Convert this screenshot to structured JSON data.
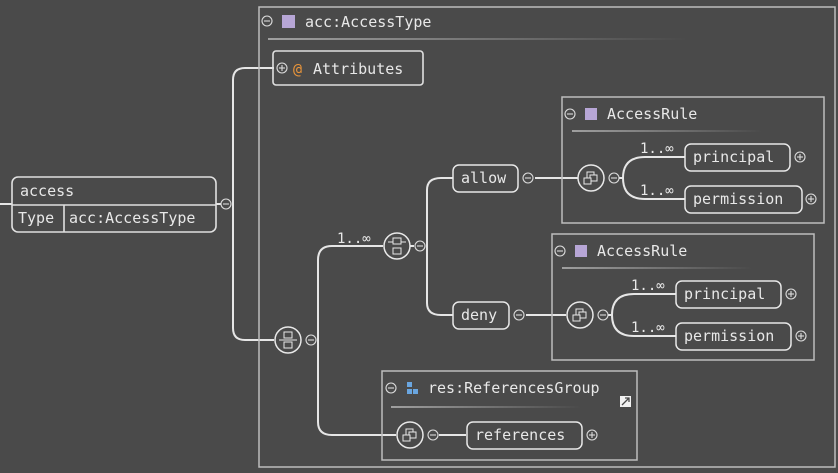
{
  "root": {
    "name": "access",
    "type_label": "Type",
    "type_value": "acc:AccessType"
  },
  "complex_type": {
    "title": "acc:AccessType"
  },
  "attributes": {
    "at_symbol": "@",
    "label": "Attributes"
  },
  "outer_sequence": {
    "multiplicity": "1..∞"
  },
  "choice": {
    "allow": {
      "label": "allow"
    },
    "deny": {
      "label": "deny"
    }
  },
  "access_rule_allow": {
    "title": "AccessRule",
    "principal": {
      "label": "principal",
      "multiplicity": "1..∞"
    },
    "permission": {
      "label": "permission",
      "multiplicity": "1..∞"
    }
  },
  "access_rule_deny": {
    "title": "AccessRule",
    "principal": {
      "label": "principal",
      "multiplicity": "1..∞"
    },
    "permission": {
      "label": "permission",
      "multiplicity": "1..∞"
    }
  },
  "references_group": {
    "title": "res:ReferencesGroup",
    "references_label": "references"
  },
  "colors": {
    "background": "#4a4a4a",
    "line": "#e6e6e6",
    "attribute_icon": "#e8943a",
    "type_icon": "#b7a6d6",
    "group_icon": "#6aa6e0"
  }
}
